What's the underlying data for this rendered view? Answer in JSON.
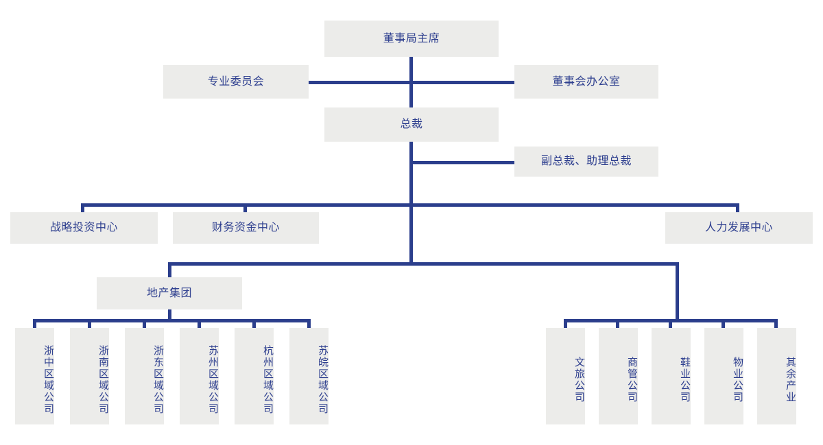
{
  "chart_data": {
    "type": "diagram",
    "title": "",
    "diagram_kind": "organization-chart",
    "orientation": "top-down",
    "colors": {
      "node_fill": "#ECECEA",
      "node_text": "#2E3F8F",
      "connector": "#2B3E8C",
      "background": "#FFFFFF"
    },
    "levels": [
      {
        "level": 1,
        "nodes": [
          "董事局主席"
        ]
      },
      {
        "level": 2,
        "nodes": [
          "专业委员会",
          "董事会办公室"
        ]
      },
      {
        "level": 3,
        "nodes": [
          "总裁"
        ]
      },
      {
        "level": 4,
        "nodes": [
          "副总裁、助理总裁"
        ]
      },
      {
        "level": 5,
        "nodes": [
          "战略投资中心",
          "财务资金中心",
          "人力发展中心"
        ]
      },
      {
        "level": 6,
        "nodes": [
          "地产集团"
        ]
      },
      {
        "level": 7,
        "nodes": [
          "浙中区域公司",
          "浙南区域公司",
          "浙东区域公司",
          "苏州区域公司",
          "杭州区域公司",
          "苏皖区域公司",
          "文旅公司",
          "商管公司",
          "鞋业公司",
          "物业公司",
          "其余产业"
        ]
      }
    ]
  },
  "chart": {
    "chairman": {
      "label": "董事局主席"
    },
    "committee": {
      "label": "专业委员会"
    },
    "board_office": {
      "label": "董事会办公室"
    },
    "president": {
      "label": "总裁"
    },
    "vice_presidents": {
      "label": "副总裁、助理总裁"
    },
    "centers": [
      {
        "label": "战略投资中心"
      },
      {
        "label": "财务资金中心"
      },
      {
        "label": "人力发展中心"
      }
    ],
    "property_group": {
      "label": "地产集团"
    },
    "regions": [
      {
        "label": "浙中区域公司"
      },
      {
        "label": "浙南区域公司"
      },
      {
        "label": "浙东区域公司"
      },
      {
        "label": "苏州区域公司"
      },
      {
        "label": "杭州区域公司"
      },
      {
        "label": "苏皖区域公司"
      }
    ],
    "subsidiaries": [
      {
        "label": "文旅公司"
      },
      {
        "label": "商管公司"
      },
      {
        "label": "鞋业公司"
      },
      {
        "label": "物业公司"
      },
      {
        "label": "其余产业"
      }
    ]
  }
}
